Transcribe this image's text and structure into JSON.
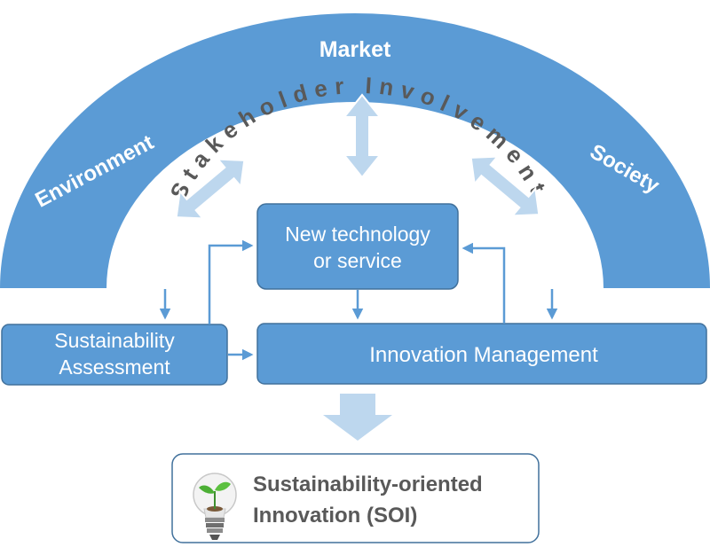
{
  "arc": {
    "top_label": "Market",
    "left_label": "Environment",
    "right_label": "Society"
  },
  "stakeholder_text": "Stakeholder Involvement",
  "boxes": {
    "new_tech_line1": "New technology",
    "new_tech_line2": "or service",
    "assessment_line1": "Sustainability",
    "assessment_line2": "Assessment",
    "innovation": "Innovation Management"
  },
  "result": {
    "line1": "Sustainability-oriented",
    "line2": "Innovation (SOI)"
  },
  "colors": {
    "primary_blue": "#5b9bd5",
    "light_blue": "#bdd7ee",
    "border_blue": "#41719c",
    "text_gray": "#595959"
  }
}
